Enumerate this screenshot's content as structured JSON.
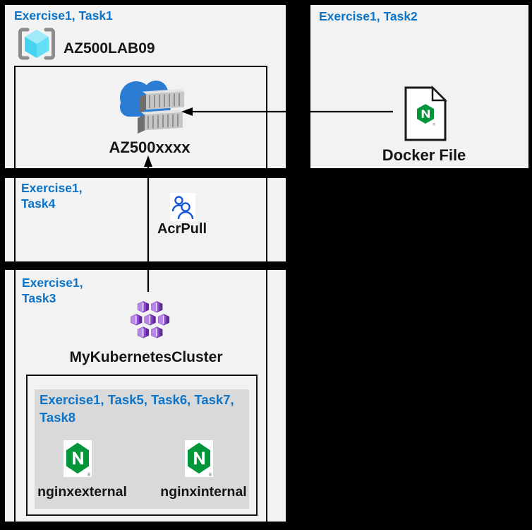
{
  "diagram": {
    "background": "#000000",
    "box_fill": "#f2f2f2",
    "panel_fill": "#d9d9d9",
    "title_color": "#0b74c9",
    "label_color": "#151515"
  },
  "task1_box": {
    "title": "Exercise1, Task1",
    "resource_group_name": "AZ500LAB09",
    "registry_name": "AZ500xxxx"
  },
  "task2_box": {
    "title": "Exercise1, Task2",
    "file_label": "Docker File"
  },
  "task4_box": {
    "title_line1": "Exercise1,",
    "title_line2": "Task4",
    "role_label": "AcrPull"
  },
  "task3_box": {
    "title_line1": "Exercise1,",
    "title_line2": "Task3",
    "cluster_label": "MyKubernetesCluster",
    "pods_panel": {
      "title_line1": "Exercise1, Task5, Task6, Task7,",
      "title_line2": "Task8",
      "pod_external_label": "nginxexternal",
      "pod_internal_label": "nginxinternal"
    }
  },
  "icons": {
    "resource_group": "azure-resource-group-icon",
    "container_registry": "azure-container-registry-icon",
    "docker_file": "dockerfile-document-icon",
    "acr_pull": "users-role-icon",
    "kubernetes_cluster": "aks-cluster-icon",
    "nginx": "nginx-logo-icon"
  },
  "colors": {
    "nginx_green": "#009639",
    "aks_purple": "#8c46d2",
    "aks_purple_light": "#b687e8",
    "aks_purple_dark": "#5f2d91",
    "role_blue": "#1757d8",
    "cloud_blue": "#2b7cd3",
    "container_gray": "#c6c6c6",
    "arrow_black": "#000000"
  }
}
